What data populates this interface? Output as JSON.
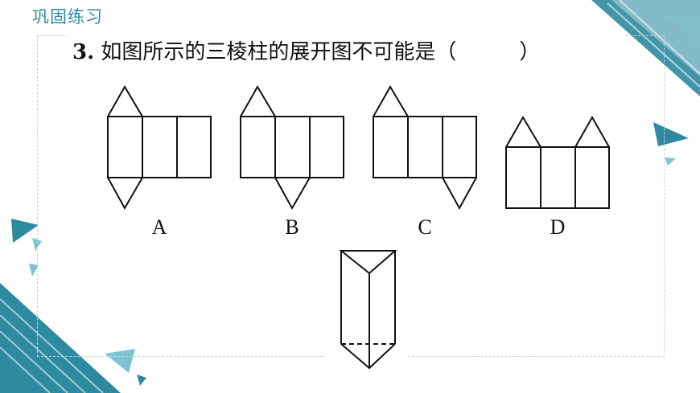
{
  "header": {
    "title": "巩固练习"
  },
  "question": {
    "number": "3.",
    "text": "如图所示的三棱柱的展开图不可能是（　　　）"
  },
  "options": [
    {
      "label": "A"
    },
    {
      "label": "B"
    },
    {
      "label": "C"
    },
    {
      "label": "D"
    }
  ],
  "colors": {
    "accent": "#2e8aa0",
    "accent_light": "#7fc3d3",
    "text": "#111111"
  }
}
